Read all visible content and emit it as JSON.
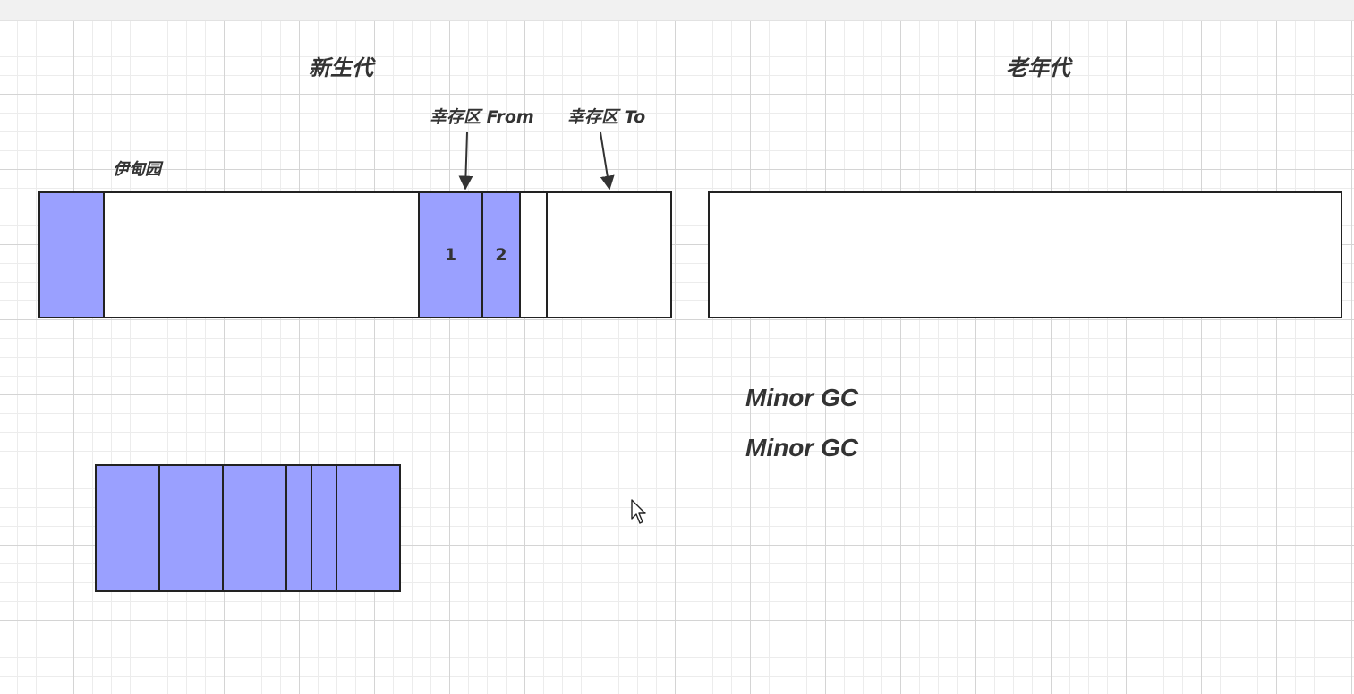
{
  "young_generation": {
    "title": "新生代",
    "eden_label": "伊甸园",
    "survivor_from_label": "幸存区 From",
    "survivor_to_label": "幸存区 To",
    "object_numbers": [
      "1",
      "2"
    ]
  },
  "old_generation": {
    "title": "老年代"
  },
  "gc_notes": [
    "Minor GC",
    "Minor GC"
  ],
  "colors": {
    "object_fill": "#9aa0ff",
    "stroke": "#222222",
    "text": "#333333"
  },
  "icons": [
    "arrow-down-icon",
    "mouse-cursor-icon"
  ]
}
